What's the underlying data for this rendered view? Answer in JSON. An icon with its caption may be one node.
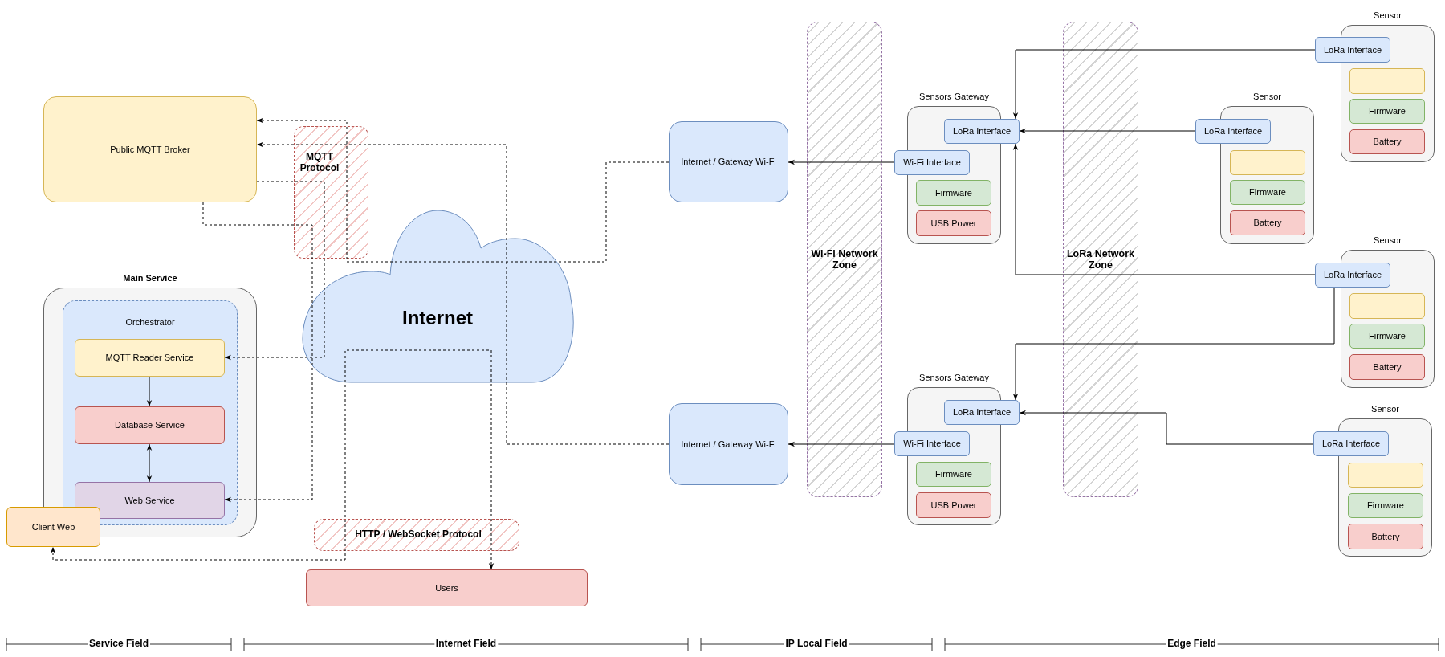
{
  "diagram": {
    "nodes": [
      {
        "text": [
          "Public MQTT Broker"
        ]
      },
      {
        "text": [
          "MQTT Protocol"
        ]
      },
      {
        "text": [
          "Main Service"
        ]
      },
      {
        "text": [
          "Orchestrator"
        ],
        "in": 2
      },
      {
        "text": [
          "MQTT Reader Service"
        ],
        "in": 3
      },
      {
        "text": [
          "Database Service"
        ],
        "in": 3
      },
      {
        "text": [
          "Web Service"
        ],
        "in": 3
      },
      {
        "text": [
          "Client Web"
        ]
      },
      {
        "text": [
          "Internet"
        ]
      },
      {
        "text": [
          "HTTP / WebSocket Protocol"
        ]
      },
      {
        "text": [
          "Users"
        ]
      },
      {
        "text": [
          "Internet / Gateway Wi-Fi"
        ]
      },
      {
        "text": [
          "Internet / Gateway Wi-Fi"
        ]
      },
      {
        "text": [
          "Wi-Fi Network Zone"
        ]
      },
      {
        "text": [
          "Sensors Gateway"
        ]
      },
      {
        "text": [
          "LoRa Interface"
        ]
      },
      {
        "text": [
          "Wi-Fi Interface"
        ]
      },
      {
        "text": [
          "Firmware"
        ],
        "in": 14
      },
      {
        "text": [
          "USB Power"
        ],
        "in": 14
      },
      {
        "text": [
          "Sensors Gateway"
        ]
      },
      {
        "text": [
          "LoRa Interface"
        ]
      },
      {
        "text": [
          "Wi-Fi Interface"
        ]
      },
      {
        "text": [
          "Firmware"
        ],
        "in": 19
      },
      {
        "text": [
          "USB Power"
        ],
        "in": 19
      },
      {
        "text": [
          "LoRa Network Zone"
        ]
      },
      {
        "text": [
          "Sensor"
        ]
      },
      {
        "text": [
          "LoRa Interface"
        ]
      },
      {
        "text": [],
        "shape": "box",
        "in": 25
      },
      {
        "text": [
          "Firmware"
        ],
        "in": 25
      },
      {
        "text": [
          "Battery"
        ],
        "in": 25
      },
      {
        "text": [
          "Sensor"
        ]
      },
      {
        "text": [
          "LoRa Interface"
        ]
      },
      {
        "text": [],
        "shape": "box",
        "in": 30
      },
      {
        "text": [
          "Firmware"
        ],
        "in": 30
      },
      {
        "text": [
          "Battery"
        ],
        "in": 30
      },
      {
        "text": [
          "Sensor"
        ]
      },
      {
        "text": [
          "LoRa Interface"
        ]
      },
      {
        "text": [],
        "shape": "box",
        "in": 35
      },
      {
        "text": [
          "Firmware"
        ],
        "in": 35
      },
      {
        "text": [
          "Battery"
        ],
        "in": 35
      },
      {
        "text": [
          "Sensor"
        ]
      },
      {
        "text": [
          "LoRa Interface"
        ]
      },
      {
        "text": [],
        "shape": "box",
        "in": 40
      },
      {
        "text": [
          "Firmware"
        ],
        "in": 40
      },
      {
        "text": [
          "Battery"
        ],
        "in": 40
      }
    ],
    "edges": [
      {
        "from": 26,
        "to": 15,
        "arrow": "to"
      },
      {
        "from": 31,
        "to": 15,
        "arrow": "to"
      },
      {
        "from": 36,
        "to": 15,
        "arrow": "to"
      },
      {
        "from": 36,
        "to": 20,
        "arrow": "to"
      },
      {
        "from": 41,
        "to": 20,
        "arrow": "to"
      },
      {
        "from": 16,
        "to": 11,
        "arrow": "to"
      },
      {
        "from": 21,
        "to": 12,
        "arrow": "to"
      },
      {
        "from": 4,
        "to": 5,
        "arrow": "to"
      },
      {
        "from": 5,
        "to": 6,
        "arrow": "both"
      },
      {
        "from": 11,
        "to": 0,
        "arrow": "to",
        "style": "dashed"
      },
      {
        "from": 12,
        "to": 0,
        "arrow": "to",
        "style": "dashed"
      },
      {
        "from": 0,
        "to": 4,
        "arrow": "to",
        "style": "dashed"
      },
      {
        "from": 0,
        "to": 6,
        "arrow": "to",
        "style": "dashed"
      },
      {
        "from": 10,
        "to": 7,
        "arrow": "both",
        "style": "dashed"
      }
    ],
    "labels": [
      "Service Field",
      "Internet Field",
      "IP Local Field",
      "Edge Field"
    ]
  }
}
